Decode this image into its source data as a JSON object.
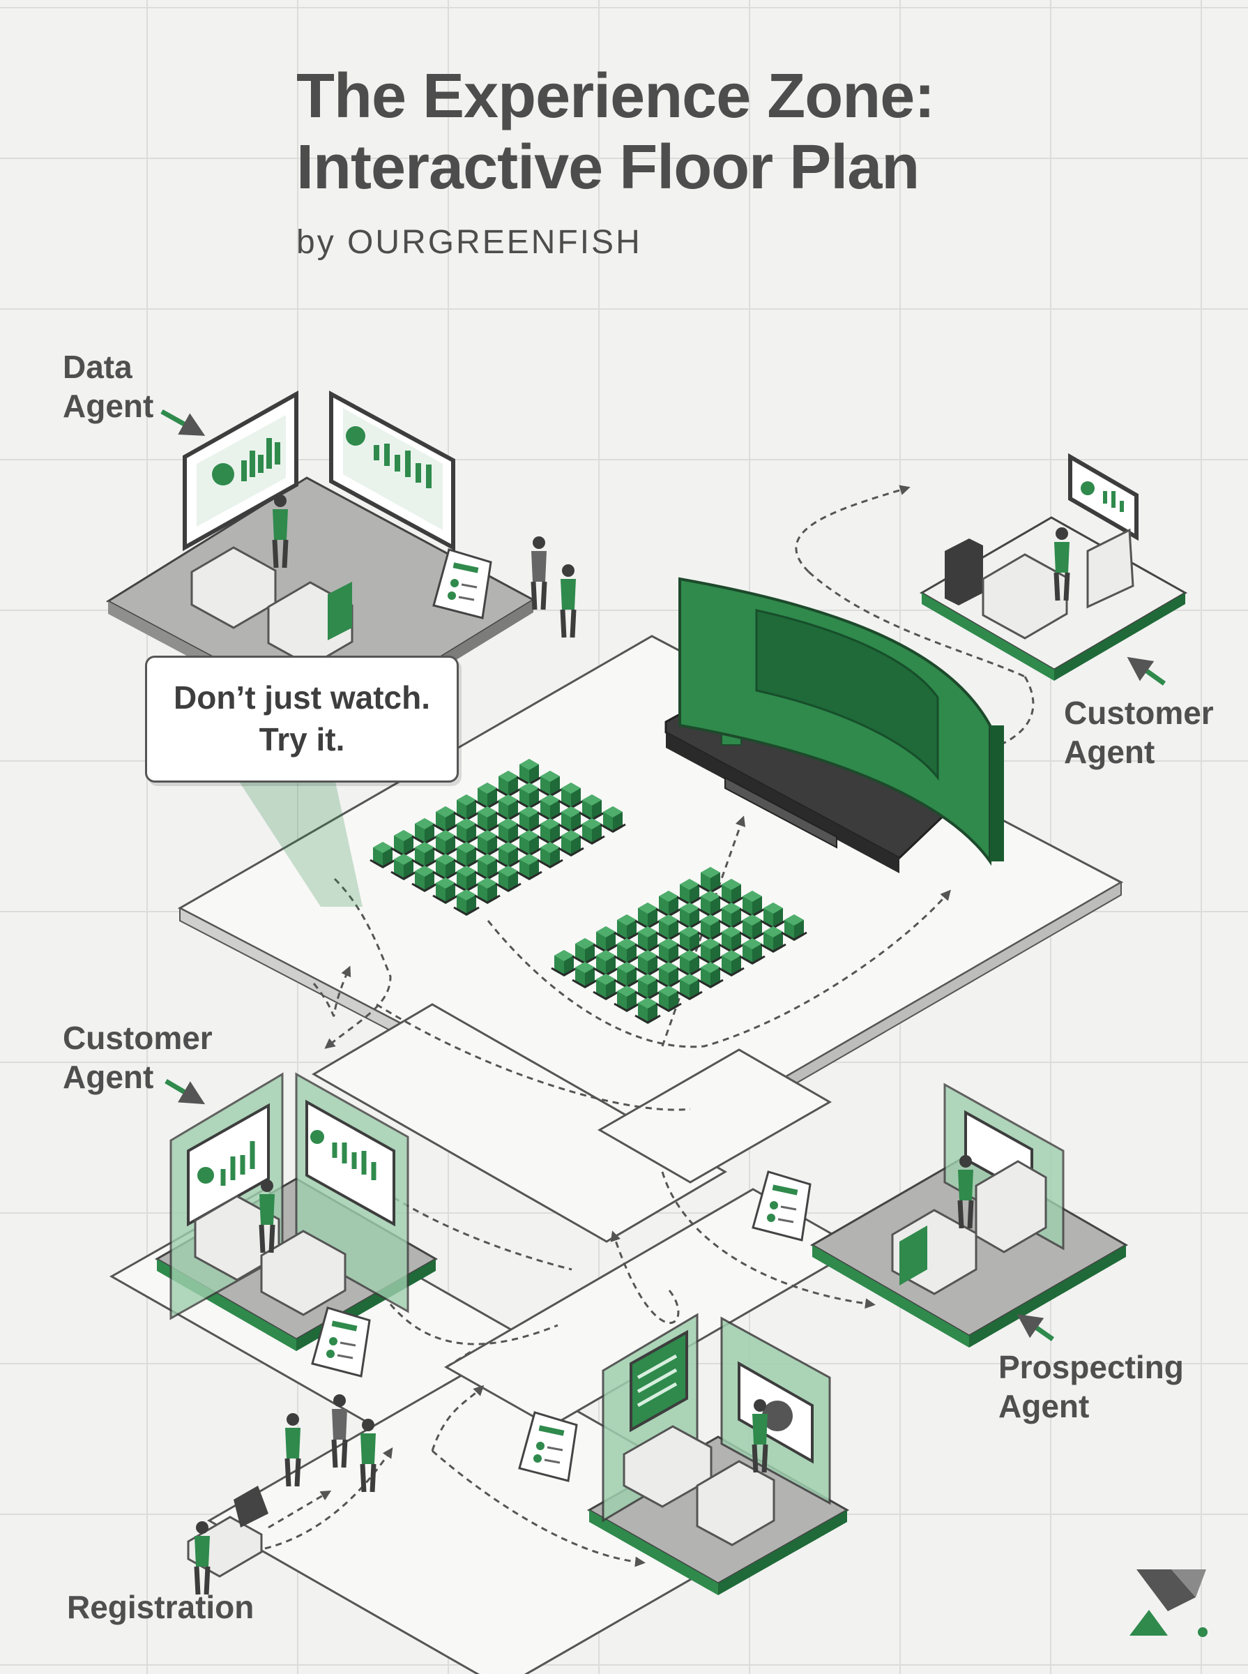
{
  "header": {
    "title_line1": "The Experience Zone:",
    "title_line2": "Interactive Floor Plan",
    "byline": "by OURGREENFISH"
  },
  "callout": {
    "text": "Don’t just watch.\nTry it."
  },
  "zones": {
    "data_agent": {
      "line1": "Data",
      "line2": "Agent"
    },
    "customer_agent_right": {
      "line1": "Customer",
      "line2": "Agent"
    },
    "customer_agent_left": {
      "line1": "Customer",
      "line2": "Agent"
    },
    "prospecting_agent": {
      "line1": "Prospecting",
      "line2": "Agent"
    },
    "registration": {
      "line1": "Registration"
    }
  },
  "colors": {
    "accent_green": "#2f8a4c",
    "dark_green": "#1f6a38",
    "floor": "#f6f6f4",
    "booth_gray": "#9a9a9a",
    "text": "#4d4d4d"
  },
  "icons": [
    "arrow-icon",
    "logo-mark-icon",
    "chair-icon",
    "monitor-icon",
    "person-icon"
  ]
}
